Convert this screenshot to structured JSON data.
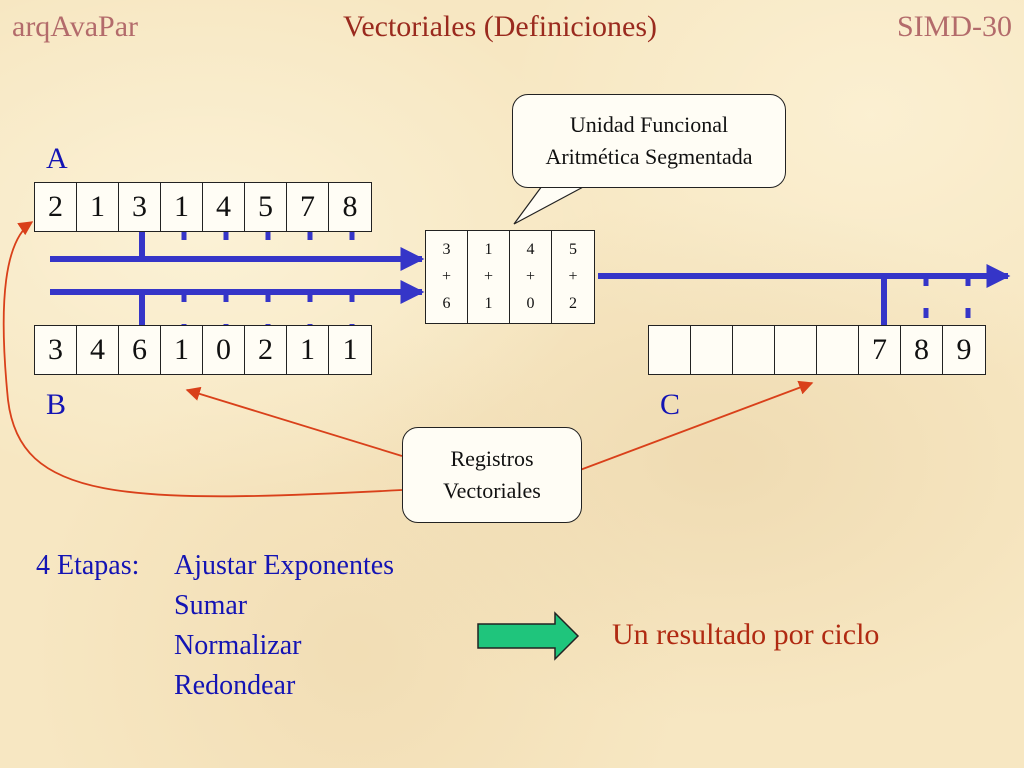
{
  "header": {
    "left": "arqAvaPar",
    "title": "Vectoriales (Definiciones)",
    "right": "SIMD-30"
  },
  "registers": {
    "a": {
      "label": "A",
      "values": [
        "2",
        "1",
        "3",
        "1",
        "4",
        "5",
        "7",
        "8"
      ]
    },
    "b": {
      "label": "B",
      "values": [
        "3",
        "4",
        "6",
        "1",
        "0",
        "2",
        "1",
        "1"
      ]
    },
    "c": {
      "label": "C",
      "values": [
        "",
        "",
        "",
        "",
        "",
        "7",
        "8",
        "9"
      ]
    }
  },
  "pipeline": {
    "stages": [
      {
        "top": "3",
        "op": "+",
        "bottom": "6"
      },
      {
        "top": "1",
        "op": "+",
        "bottom": "1"
      },
      {
        "top": "4",
        "op": "+",
        "bottom": "0"
      },
      {
        "top": "5",
        "op": "+",
        "bottom": "2"
      }
    ]
  },
  "callouts": {
    "unit_line1": "Unidad Funcional",
    "unit_line2": "Aritmética Segmentada",
    "regs_line1": "Registros",
    "regs_line2": "Vectoriales"
  },
  "etapas": {
    "label": "4 Etapas:",
    "steps": [
      "Ajustar Exponentes",
      "Sumar",
      "Normalizar",
      "Redondear"
    ]
  },
  "result_text": "Un resultado por ciclo",
  "colors": {
    "bus": "#3535c8",
    "callout_arrow": "#d9401a",
    "result_arrow_fill": "#1fc57c",
    "title": "#9a2a1e",
    "label": "#1414b4"
  }
}
